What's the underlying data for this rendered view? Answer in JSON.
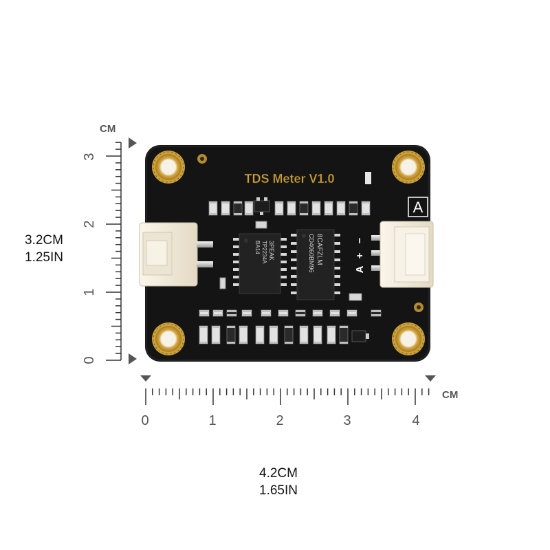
{
  "ruler_vertical": {
    "unit": "CM",
    "labels": [
      "0",
      "1",
      "2",
      "3"
    ]
  },
  "ruler_horizontal": {
    "unit": "CM",
    "labels": [
      "0",
      "1",
      "2",
      "3",
      "4"
    ]
  },
  "dimensions": {
    "height_cm": "3.2CM",
    "height_in": "1.25IN",
    "width_cm": "4.2CM",
    "width_in": "1.65IN"
  },
  "board": {
    "title": "TDS Meter V1.0",
    "right_connector_label": "A",
    "pin_labels": [
      "A",
      "+",
      "−"
    ],
    "chip_left_marking": [
      "3PEAK",
      "TP2234A",
      "BA14"
    ],
    "chip_right_marking": [
      "8CAFZLM",
      "CD4060BM96"
    ]
  },
  "colors": {
    "pcb": "#141414",
    "gold": "#c9a03a",
    "connector": "#f2ebdc",
    "component": "#d8d8d8",
    "silk": "#ffffff"
  }
}
